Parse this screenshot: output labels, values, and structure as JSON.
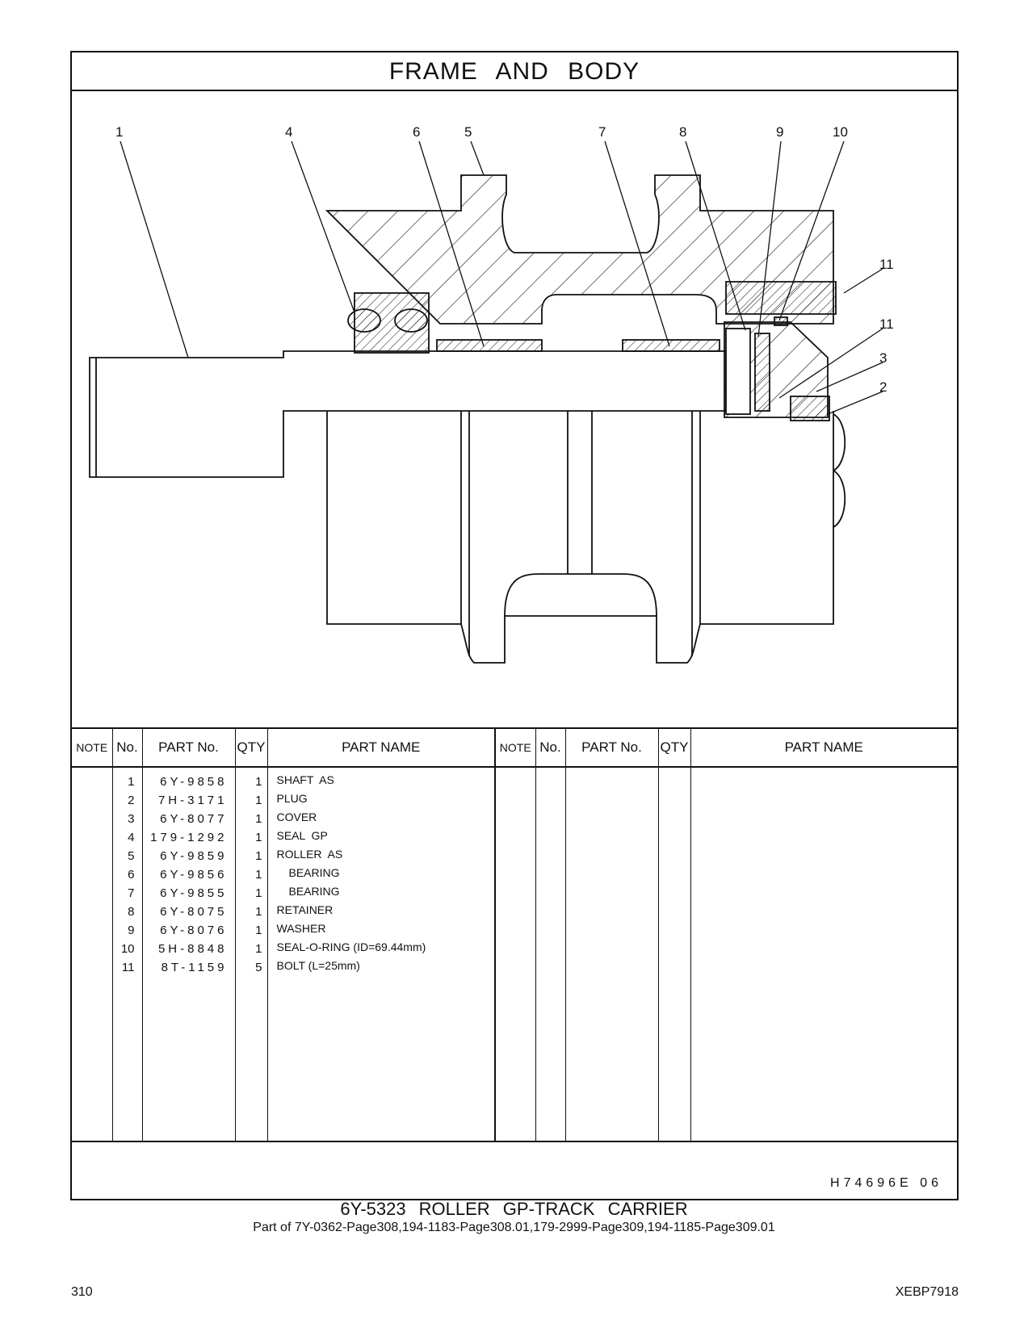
{
  "header": {
    "title": "FRAME  AND  BODY"
  },
  "callouts": [
    "1",
    "4",
    "6",
    "5",
    "7",
    "8",
    "9",
    "10",
    "11",
    "11",
    "3",
    "2"
  ],
  "table": {
    "headers": [
      "NOTE",
      "No.",
      "PART No.",
      "QTY",
      "PART NAME",
      "NOTE",
      "No.",
      "PART No.",
      "QTY",
      "PART NAME"
    ],
    "rows": [
      {
        "no": "1",
        "part_no": "6Y-9858",
        "qty": "1",
        "name": "SHAFT  AS"
      },
      {
        "no": "2",
        "part_no": "7H-3171",
        "qty": "1",
        "name": "PLUG"
      },
      {
        "no": "3",
        "part_no": "6Y-8077",
        "qty": "1",
        "name": "COVER"
      },
      {
        "no": "4",
        "part_no": "179-1292",
        "qty": "1",
        "name": "SEAL  GP"
      },
      {
        "no": "5",
        "part_no": "6Y-9859",
        "qty": "1",
        "name": "ROLLER  AS"
      },
      {
        "no": "6",
        "part_no": "6Y-9856",
        "qty": "1",
        "name": "BEARING"
      },
      {
        "no": "7",
        "part_no": "6Y-9855",
        "qty": "1",
        "name": "BEARING"
      },
      {
        "no": "8",
        "part_no": "6Y-8075",
        "qty": "1",
        "name": "RETAINER"
      },
      {
        "no": "9",
        "part_no": "6Y-8076",
        "qty": "1",
        "name": "WASHER"
      },
      {
        "no": "10",
        "part_no": "5H-8848",
        "qty": "1",
        "name": "SEAL-O-RING (ID=69.44mm)"
      },
      {
        "no": "11",
        "part_no": "8T-1159",
        "qty": "5",
        "name": "BOLT (L=25mm)"
      }
    ]
  },
  "illustration_code": "H74696E  06",
  "caption": {
    "title": "6Y-5323  ROLLER  GP-TRACK  CARRIER",
    "subtitle": "Part of 7Y-0362-Page308,194-1183-Page308.01,179-2999-Page309,194-1185-Page309.01"
  },
  "page_number": "310",
  "doc_code": "XEBP7918"
}
